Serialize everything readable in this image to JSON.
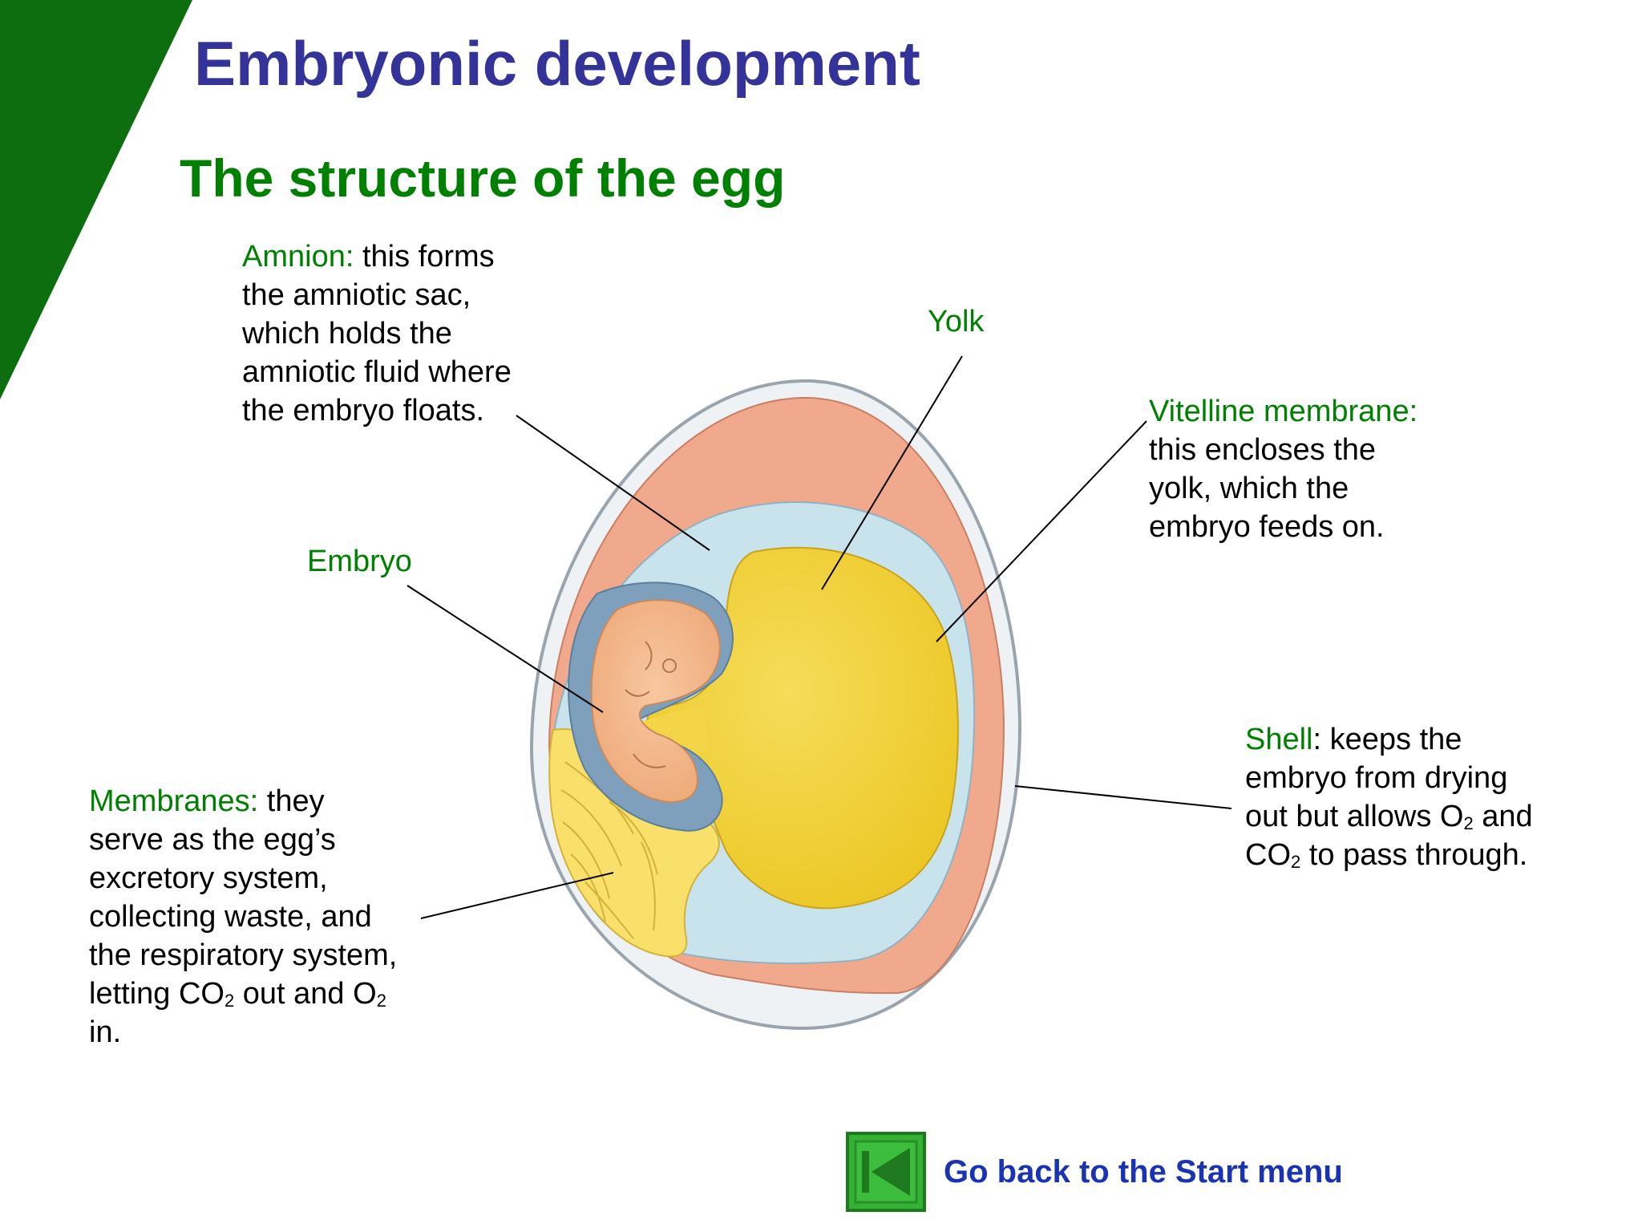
{
  "title": "Embryonic development",
  "subtitle": "The structure of the egg",
  "labels": {
    "amnion": {
      "term": "Amnion:",
      "lines": [
        " this forms",
        "the amniotic sac,",
        "which holds the",
        "amniotic fluid where",
        "the embryo floats."
      ]
    },
    "yolk": {
      "term": "Yolk"
    },
    "vitelline": {
      "term": "Vitelline membrane:",
      "lines": [
        "this encloses the",
        "yolk, which the",
        "embryo feeds on."
      ]
    },
    "embryo": {
      "term": "Embryo"
    },
    "shell": {
      "term": "Shell",
      "line1": ": keeps the",
      "line2": "embryo from drying",
      "line3_a": "out but allows O",
      "line3_sub": "2",
      "line3_b": " and",
      "line4_a": "CO",
      "line4_sub": "2",
      "line4_b": " to pass through."
    },
    "membranes": {
      "term": "Membranes:",
      "line1": " they",
      "line2": "serve as the egg’s",
      "line3": "excretory system,",
      "line4": "collecting waste, and",
      "line5": "the respiratory system,",
      "line6_a": "letting CO",
      "line6_sub": "2",
      "line6_b": " out and O",
      "line6_sub2": "2",
      "line7": "in."
    }
  },
  "nav": {
    "back_label": "Go back to the Start menu",
    "icon": "back-to-start-icon"
  },
  "colors": {
    "title": "#333399",
    "term": "#008000",
    "corner": "#0d6e10",
    "shell": "#eef2f5",
    "albumen": "#f0a98c",
    "amniotic_fluid": "#c8e3ec",
    "yolk": "#f1d02c",
    "embryo": "#f5b98a",
    "amnion_membrane": "#7fa0bd",
    "allantois": "#f8e06a",
    "nav_button": "#33b233",
    "nav_text": "#1a33b3"
  }
}
